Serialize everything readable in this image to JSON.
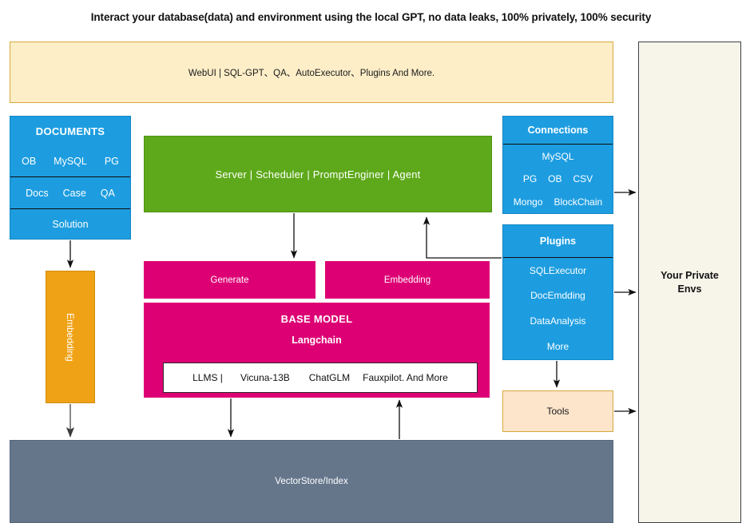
{
  "title": "Interact your database(data) and environment using the local GPT, no data leaks, 100% privately, 100% security",
  "webui": {
    "label": "WebUI | SQL-GPT、QA、AutoExecutor、Plugins And More."
  },
  "private_envs": {
    "line1": "Your Private",
    "line2": "Envs"
  },
  "documents": {
    "header": "DOCUMENTS",
    "row1": [
      "OB",
      "MySQL",
      "PG"
    ],
    "row2": [
      "Docs",
      "Case",
      "QA"
    ],
    "row3": "Solution"
  },
  "embedding_left": {
    "label": "Embedding"
  },
  "server": {
    "label": "Server | Scheduler | PromptEnginer | Agent"
  },
  "generate": {
    "label": "Generate"
  },
  "embedding_mid": {
    "label": "Embedding"
  },
  "base_model": {
    "header": "BASE MODEL",
    "subheader": "Langchain",
    "llms_prefix": "LLMS |",
    "llms_items": [
      "Vicuna-13B",
      "ChatGLM",
      "Fauxpilot. And More"
    ]
  },
  "connections": {
    "header": "Connections",
    "row1": [
      "MySQL"
    ],
    "row2": [
      "PG",
      "OB",
      "CSV"
    ],
    "row3": [
      "Mongo",
      "BlockChain"
    ]
  },
  "plugins": {
    "header": "Plugins",
    "items": [
      "SQLExecutor",
      "DocEmdding",
      "DataAnalysis",
      "More"
    ]
  },
  "tools": {
    "label": "Tools"
  },
  "vectorstore": {
    "label": "VectorStore/Index"
  },
  "colors": {
    "blue": "#1d9de0",
    "green": "#5ea91b",
    "pink": "#dd0074",
    "orange": "#f0a216",
    "cream": "#fdeec8",
    "peach": "#fce5cb",
    "slate": "#65768b",
    "envs_bg": "#f7f4ea"
  }
}
